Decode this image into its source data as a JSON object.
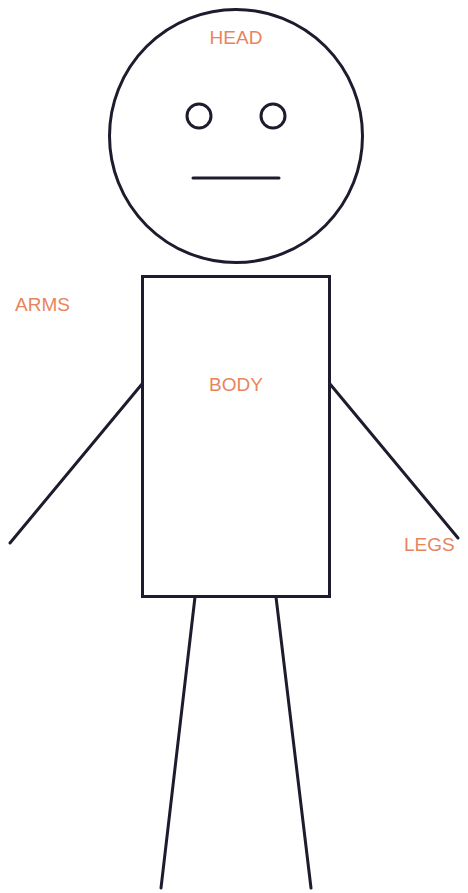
{
  "diagram": {
    "nodes": [
      {
        "text": [
          "HEAD"
        ]
      },
      {
        "text": [
          "BODY"
        ]
      }
    ],
    "labels": [
      "ARMS",
      "LEGS"
    ]
  }
}
